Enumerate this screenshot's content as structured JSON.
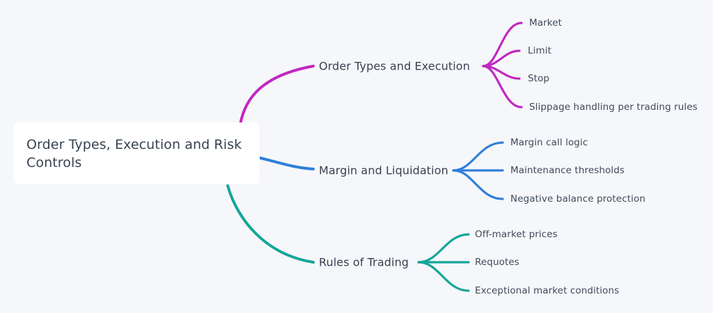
{
  "diagram": {
    "type": "mindmap",
    "background_color": "#f6f7fa",
    "text_color": "#374151",
    "root": {
      "label": "Order Types, Execution and Risk Controls",
      "background_color": "#ffffff"
    },
    "branches": [
      {
        "id": "order-types-and-execution",
        "label": "Order Types and Execution",
        "color": "#c128c1",
        "children": [
          {
            "label": "Market"
          },
          {
            "label": "Limit"
          },
          {
            "label": "Stop"
          },
          {
            "label": "Slippage handling per trading rules"
          }
        ]
      },
      {
        "id": "margin-and-liquidation",
        "label": "Margin and Liquidation",
        "color": "#2f80d8",
        "children": [
          {
            "label": "Margin call logic"
          },
          {
            "label": "Maintenance thresholds"
          },
          {
            "label": "Negative balance protection"
          }
        ]
      },
      {
        "id": "rules-of-trading",
        "label": "Rules of Trading",
        "color": "#15a699",
        "children": [
          {
            "label": "Off-market prices"
          },
          {
            "label": "Requotes"
          },
          {
            "label": "Exceptional market conditions"
          }
        ]
      }
    ]
  }
}
